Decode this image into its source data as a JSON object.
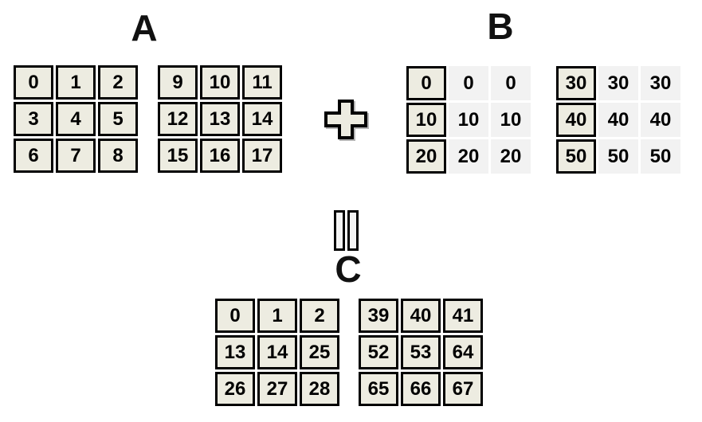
{
  "figure": {
    "title": "array-broadcasting-addition-diagram",
    "label_a": "A",
    "label_b": "B",
    "label_c": "C"
  },
  "colors": {
    "cell_fill": "#EDECE1",
    "broadcast_cell_fill": "#F2F2F2",
    "border": "#000000",
    "background": "#FFFFFF",
    "plus_shadow": "#B5B5B5"
  },
  "matrix_a": {
    "block1": [
      [
        0,
        1,
        2
      ],
      [
        3,
        4,
        5
      ],
      [
        6,
        7,
        8
      ]
    ],
    "block2": [
      [
        9,
        10,
        11
      ],
      [
        12,
        13,
        14
      ],
      [
        15,
        16,
        17
      ]
    ]
  },
  "matrix_b": {
    "block1": [
      [
        0,
        0,
        0
      ],
      [
        10,
        10,
        10
      ],
      [
        20,
        20,
        20
      ]
    ],
    "block2": [
      [
        30,
        30,
        30
      ],
      [
        40,
        40,
        40
      ],
      [
        50,
        50,
        50
      ]
    ]
  },
  "matrix_c": {
    "block1": [
      [
        0,
        1,
        2
      ],
      [
        13,
        14,
        25
      ],
      [
        26,
        27,
        28
      ]
    ],
    "block2": [
      [
        39,
        40,
        41
      ],
      [
        52,
        53,
        64
      ],
      [
        65,
        66,
        67
      ]
    ]
  }
}
